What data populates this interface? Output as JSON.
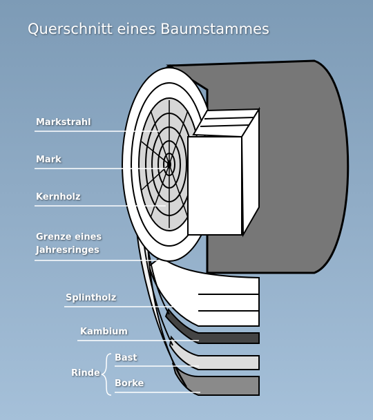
{
  "title": "Querschnitt eines Baumstammes",
  "labels": {
    "markstrahl": "Markstrahl",
    "mark": "Mark",
    "kernholz": "Kernholz",
    "grenze_line1": "Grenze eines",
    "grenze_line2": "Jahresringes",
    "splintholz": "Splintholz",
    "kambium": "Kambium",
    "bast": "Bast",
    "rinde": "Rinde",
    "borke": "Borke"
  },
  "colors": {
    "background_top": "#7d9bb6",
    "background_bottom": "#a5c0d9",
    "bark_side": "#777777",
    "heartwood": "#d6d6d6",
    "sapwood": "#ffffff",
    "cambium": "#444444",
    "bast": "#dddddd",
    "borke": "#8a8a8a",
    "outline": "#000000",
    "label_text": "#ffffff"
  }
}
